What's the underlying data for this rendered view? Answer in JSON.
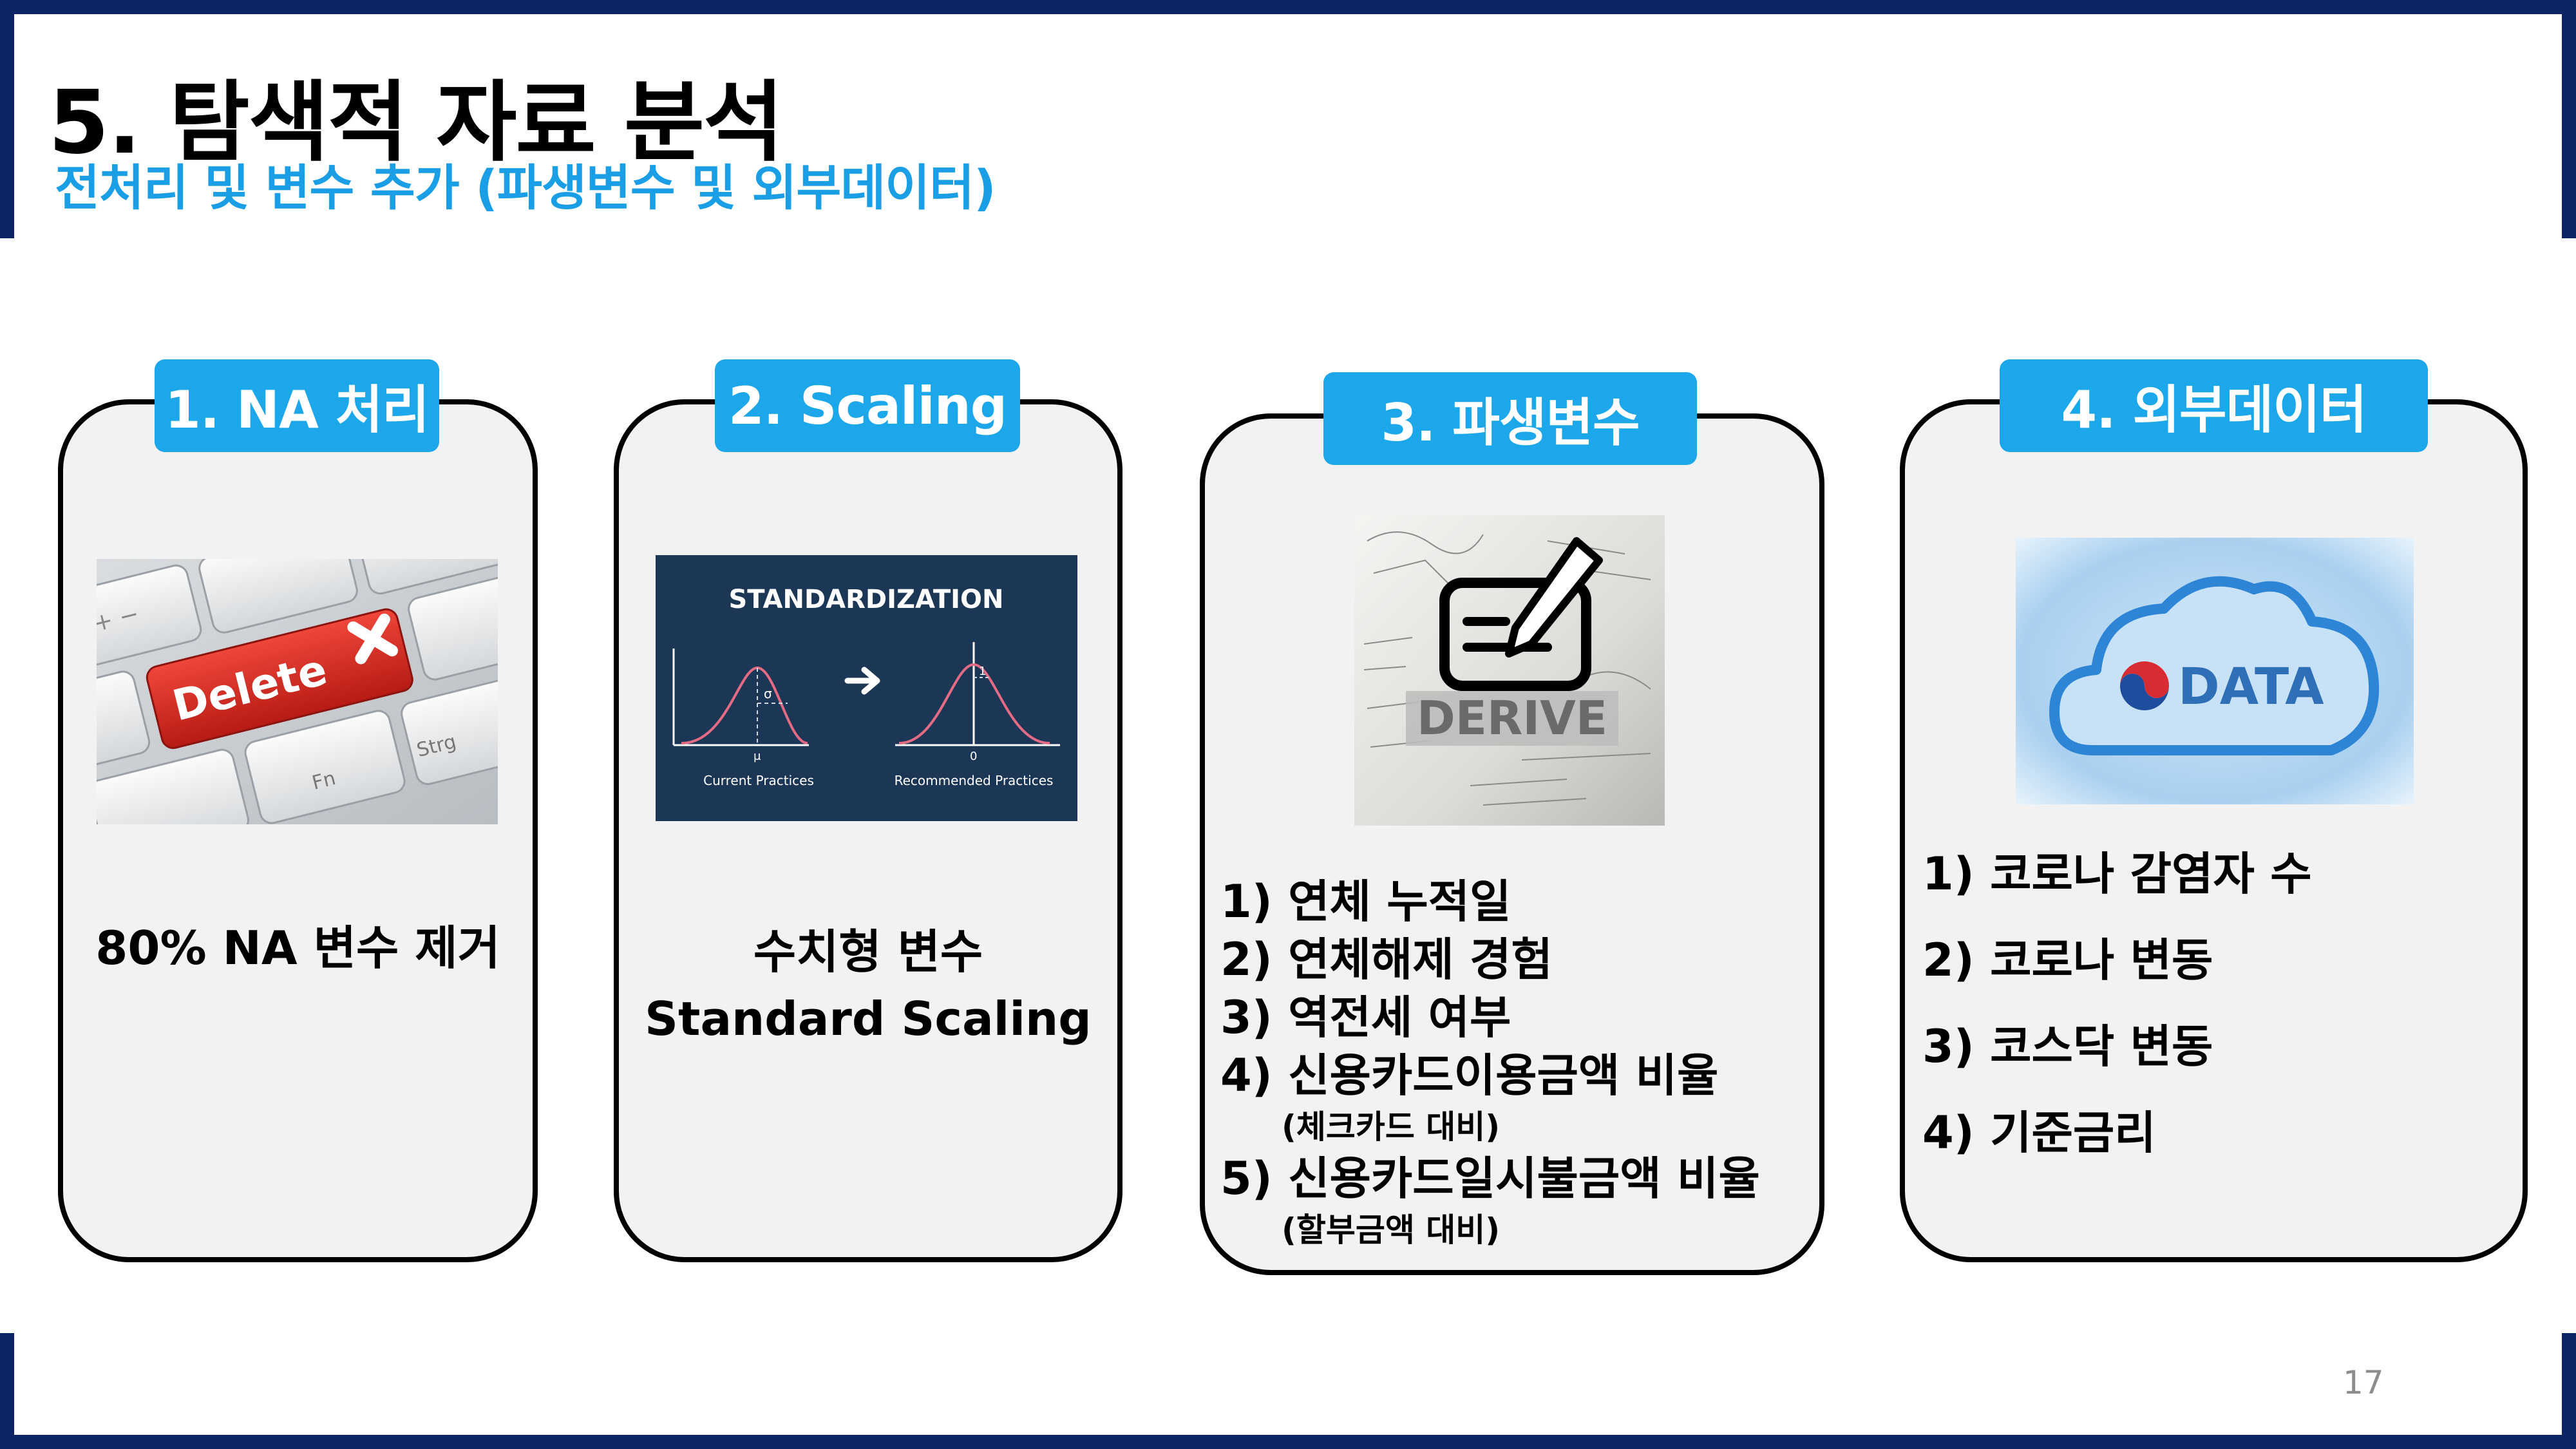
{
  "slide": {
    "title": "5. 탐색적 자료 분석",
    "subtitle": "전처리 및 변수 추가 (파생변수 및 외부데이터)",
    "page_number": "17"
  },
  "cards": {
    "na": {
      "tab": "1. NA 처리",
      "body": "80% NA 변수 제거",
      "image": {
        "delete_key": "Delete",
        "key_strg": "Strg",
        "key_fn": "Fn"
      }
    },
    "scaling": {
      "tab": "2. Scaling",
      "body_line1": "수치형 변수",
      "body_line2": "Standard Scaling",
      "image": {
        "heading": "STANDARDIZATION",
        "left_caption": "Current Practices",
        "right_caption": "Recommended Practices",
        "left_mu": "μ",
        "left_sigma": "σ",
        "right_zero": "0",
        "right_one": "1"
      }
    },
    "derived": {
      "tab": "3. 파생변수",
      "image": {
        "label": "DERIVE"
      },
      "items": [
        "1) 연체 누적일",
        "2) 연체해제 경험",
        "3) 역전세 여부",
        "4) 신용카드이용금액 비율",
        "(체크카드 대비)",
        "5) 신용카드일시불금액 비율",
        "(할부금액 대비)"
      ]
    },
    "external": {
      "tab": "4. 외부데이터",
      "image": {
        "label": "DATA"
      },
      "items": [
        "1) 코로나 감염자 수",
        "2) 코로나 변동",
        "3) 코스닥 변동",
        "4) 기준금리"
      ]
    }
  },
  "colors": {
    "accent": "#1ba7ea",
    "frame": "#0b2466",
    "card_bg": "#f2f2f2",
    "delete_key": "#d7261e",
    "std_bg": "#1c3656",
    "curve": "#e46b84"
  }
}
